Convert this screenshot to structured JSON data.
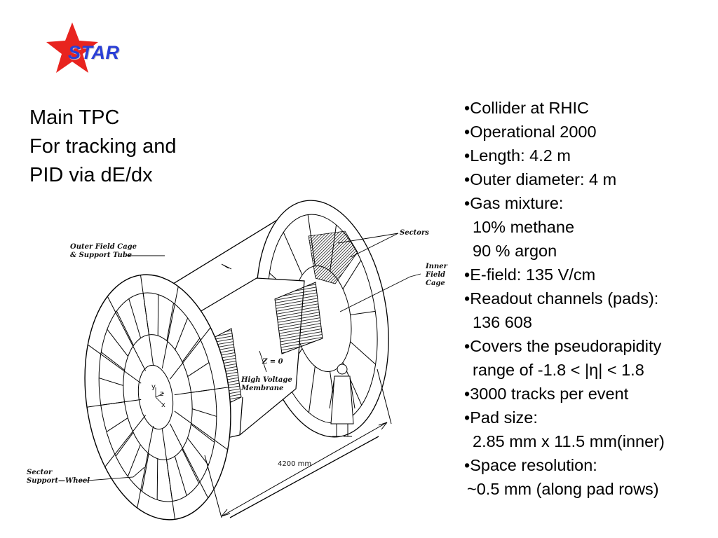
{
  "logo": {
    "text": "STAR",
    "star_color": "#e8241f",
    "text_color": "#2a3fd6",
    "icon": "red-star-icon"
  },
  "heading": {
    "lines": [
      "Main TPC",
      "For tracking and",
      "PID via dE/dx"
    ]
  },
  "specs": [
    {
      "text": "•Collider at RHIC",
      "indent": false
    },
    {
      "text": "•Operational 2000",
      "indent": false
    },
    {
      "text": "•Length: 4.2 m",
      "indent": false
    },
    {
      "text": "•Outer diameter: 4 m",
      "indent": false
    },
    {
      "text": "•Gas mixture:",
      "indent": false
    },
    {
      "text": "10% methane",
      "indent": true
    },
    {
      "text": "90 % argon",
      "indent": true
    },
    {
      "text": "•E-field: 135 V/cm",
      "indent": false
    },
    {
      "text": "•Readout channels (pads):",
      "indent": false
    },
    {
      "text": "136 608",
      "indent": true
    },
    {
      "text": "•Covers the pseudorapidity",
      "indent": false
    },
    {
      "text": "range of -1.8 < |η| < 1.8",
      "indent": true
    },
    {
      "text": "•3000 tracks per event",
      "indent": false
    },
    {
      "text": "•Pad size:",
      "indent": false
    },
    {
      "text": "2.85 mm x 11.5 mm(inner)",
      "indent": true
    },
    {
      "text": "•Space resolution:",
      "indent": false
    },
    {
      "text": "~0.5 mm (along pad rows)",
      "indent": false,
      "tilde": true
    }
  ],
  "diagram": {
    "labels": {
      "outer_field_cage_1": "Outer Field Cage",
      "outer_field_cage_2": "& Support Tube",
      "sectors": "Sectors",
      "inner_field_cage_1": "Inner",
      "inner_field_cage_2": "Field",
      "inner_field_cage_3": "Cage",
      "z0": "Z = 0",
      "hv_membrane_1": "High Voltage",
      "hv_membrane_2": "Membrane",
      "sector_wheel_1": "Sector",
      "sector_wheel_2": "Support—Wheel",
      "dimension": "4200 mm",
      "axis_y": "y",
      "axis_z": "z",
      "axis_x": "x"
    }
  }
}
